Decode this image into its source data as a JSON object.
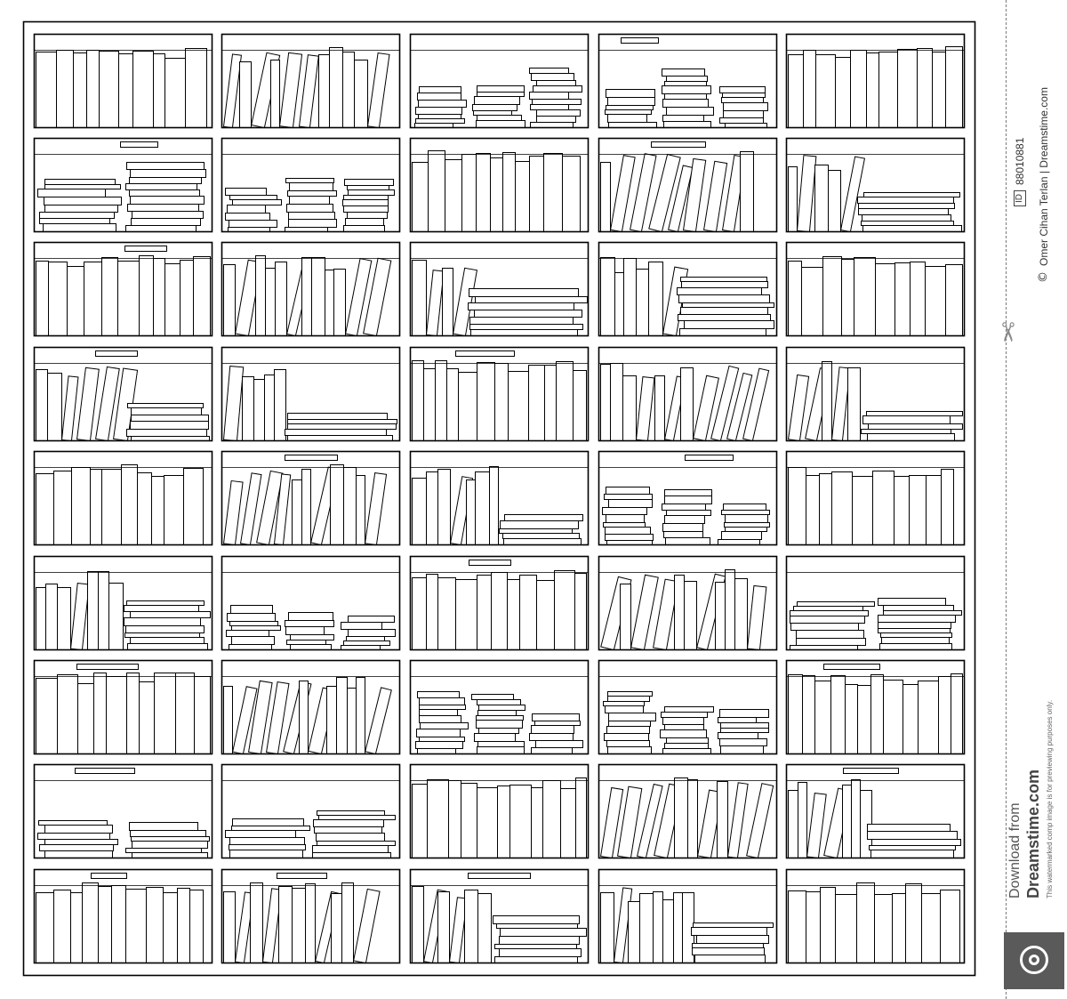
{
  "colors": {
    "line": "#000000",
    "background": "#ffffff",
    "watermark_text": "#333333"
  },
  "watermark": {
    "id_badge": "ID",
    "id_number": "88010881",
    "copyright_icon": "copyright-icon",
    "credit": "Omer Cihan Terlan | Dreamstime.com",
    "download_from": "Download from",
    "brand": "Dreamstime.com",
    "note": "This watermarked comp image is for previewing purposes only."
  },
  "icons": {
    "scissors": "scissors-icon",
    "logo": "dreamstime-logo-icon"
  },
  "bookcase": {
    "rows": 9,
    "columns": 5
  }
}
